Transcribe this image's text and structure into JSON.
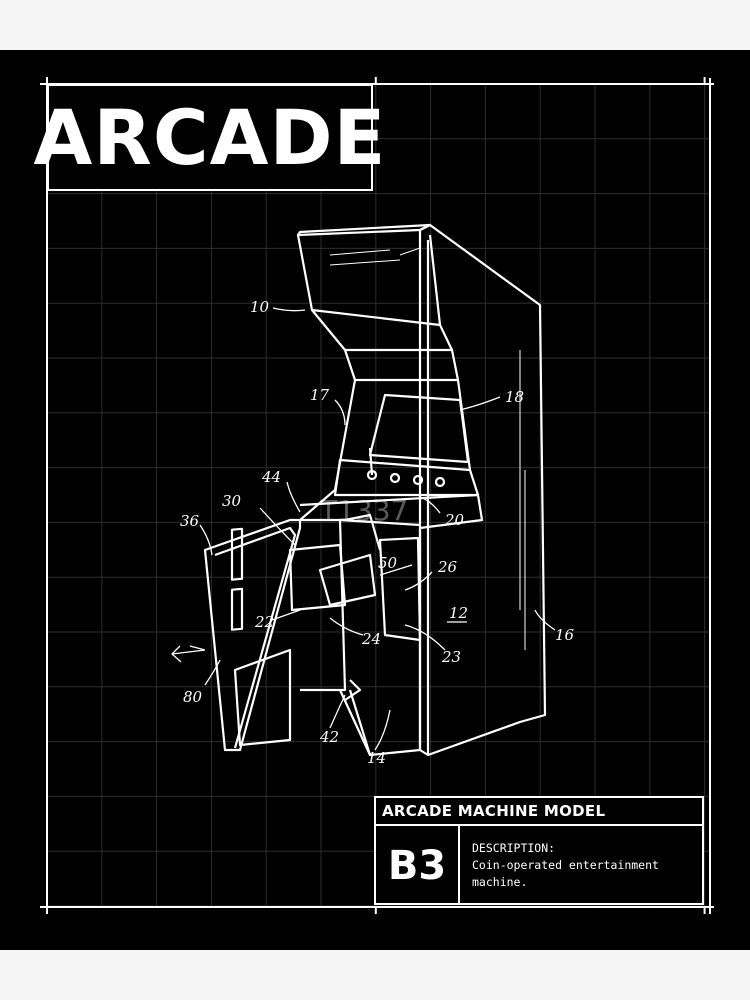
{
  "title": "ARCADE",
  "info_box": {
    "heading": "ARCADE MACHINE MODEL",
    "model_code": "B3",
    "description_label": "DESCRIPTION:",
    "description_line1": "Coin-operated entertainment",
    "description_line2": "machine."
  },
  "reference_numbers": [
    "10",
    "17",
    "18",
    "44",
    "20",
    "30",
    "36",
    "50",
    "26",
    "12",
    "22",
    "24",
    "23",
    "16",
    "80",
    "42",
    "14"
  ],
  "watermark": "T1337",
  "colors": {
    "background": "#000000",
    "lines": "#ffffff",
    "grid": "#333333",
    "page": "#f5f5f5"
  }
}
